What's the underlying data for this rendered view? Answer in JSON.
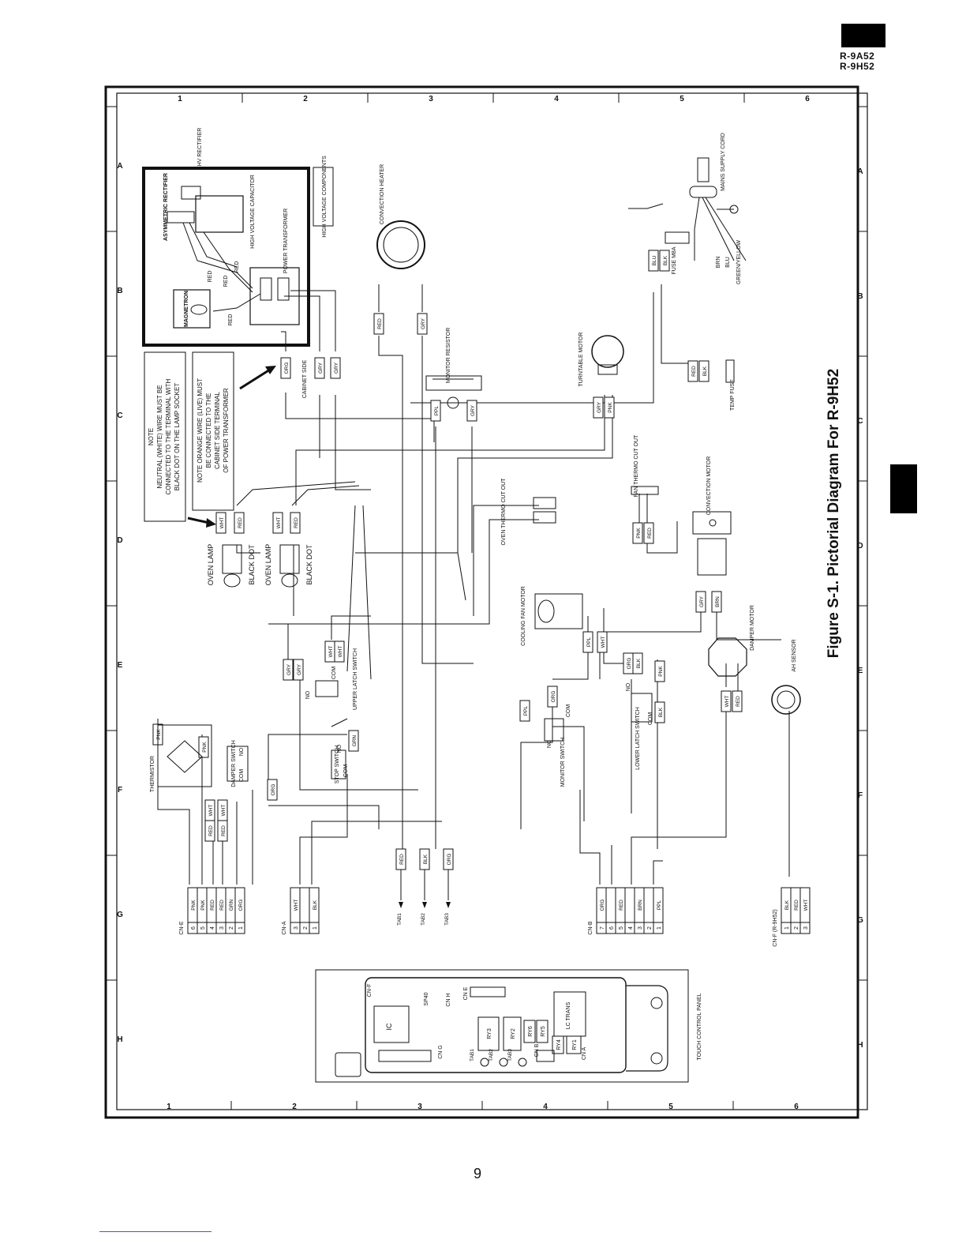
{
  "header": {
    "models": [
      "R-9A52",
      "R-9H52"
    ]
  },
  "figure_title": "Figure S-1. Pictorial Diagram For R-9H52",
  "page_number": "9",
  "grid": {
    "columns": [
      "1",
      "2",
      "3",
      "4",
      "5",
      "6"
    ],
    "rows": [
      "A",
      "B",
      "C",
      "D",
      "E",
      "F",
      "G",
      "H"
    ]
  },
  "high_voltage": {
    "box_label": "HIGH VOLTAGE COMPONENTS",
    "hv_rectifier": "HV RECTIFIER",
    "asym_rectifier": "ASYMMETRIC RECTIFIER",
    "hv_capacitor": "HIGH VOLTAGE CAPACITOR",
    "power_transformer": "POWER TRANSFORMER",
    "magnetron": "MAGNETRON"
  },
  "notes": {
    "note1_lines": [
      "NOTE",
      "NEUTRAL (WHITE) WIRE MUST BE",
      "CONNECTED TO THE TERMINAL WITH",
      "BLACK DOT ON THE LAMP SOCKET"
    ],
    "note2_lines": [
      "NOTE ORANGE WIRE (LIVE) MUST",
      "BE CONNECTED TO THE",
      "CABINET SIDE TERMINAL",
      "OF POWER TRANSFORMER"
    ]
  },
  "labels": {
    "cabinet_side": "CABINET SIDE",
    "oven_lamp": "OVEN LAMP",
    "black_dot": "BLACK DOT",
    "convection_heater": "CONVECTION HEATER",
    "monitor_resistor": "MONITOR RESISTOR",
    "turntable_motor": "TURNTABLE MOTOR",
    "oven_thermo": "OVEN THERMO CUT OUT",
    "fan_thermo": "FAN THERMO CUT OUT",
    "convection_motor": "CONVECTION MOTOR",
    "cooling_fan": "COOLING FAN MOTOR",
    "damper_motor": "DAMPER MOTOR",
    "ah_sensor": "AH SENSOR",
    "mains_cord": "MAINS SUPPLY CORD",
    "fuse": "FUSE M8A",
    "temp_fuse": "TEMP FUSE",
    "green_yellow": "GREEN/YELLOW",
    "thermistor": "THERMISTOR",
    "damper_switch": "DAMPER SWITCH",
    "stop_switch": "STOP SWITCH",
    "upper_latch": "UPPER LATCH SWITCH",
    "monitor_switch": "MONITOR SWITCH",
    "lower_latch": "LOWER LATCH SWITCH",
    "touch_panel": "TOUCH CONTROL PANEL",
    "lc_trans": "LC TRANS",
    "ic": "IC",
    "sp40": "SP40"
  },
  "wires": {
    "red": "RED",
    "gry": "GRY",
    "org": "ORG",
    "wht": "WHT",
    "blk": "BLK",
    "pnk": "PNK",
    "ppl": "PPL",
    "brn": "BRN",
    "blu": "BLU",
    "grn": "GRN"
  },
  "connectors": {
    "cne": {
      "label": "CN-E",
      "pins": [
        "6",
        "5",
        "4",
        "3",
        "2",
        "1"
      ],
      "wires": [
        "PNK",
        "PNK",
        "RED",
        "RED",
        "GRN",
        "ORG"
      ]
    },
    "cna": {
      "label": "CN-A",
      "pins": [
        "3",
        "2",
        "1"
      ],
      "wires": [
        "WHT",
        "",
        "BLK"
      ]
    },
    "cnb": {
      "label": "CN-B",
      "pins": [
        "7",
        "6",
        "5",
        "4",
        "3",
        "2",
        "1"
      ],
      "wires": [
        "ORG",
        "",
        "RED",
        "",
        "BRN",
        "",
        "PPL"
      ]
    },
    "cnf": {
      "label": "CN-F (R-9H52)",
      "pins": [
        "1",
        "2",
        "3"
      ],
      "wires": [
        "BLK",
        "RED",
        "WHT"
      ]
    },
    "tabs": [
      "TAB1",
      "TAB2",
      "TAB3"
    ],
    "tab_wires": [
      "RED",
      "BLK",
      "ORG"
    ]
  },
  "panel": {
    "chips": [
      "RY3",
      "RY2",
      "RY6",
      "RY5",
      "RY4",
      "RY1"
    ],
    "cn_labels": [
      "CN-F",
      "CN E",
      "CN H",
      "CN G",
      "CN B",
      "CN A"
    ],
    "tabs": [
      "TAB1",
      "TAB2",
      "TAB3"
    ]
  },
  "switch_terms": {
    "no": "NO",
    "nc": "NC",
    "com": "COM"
  }
}
